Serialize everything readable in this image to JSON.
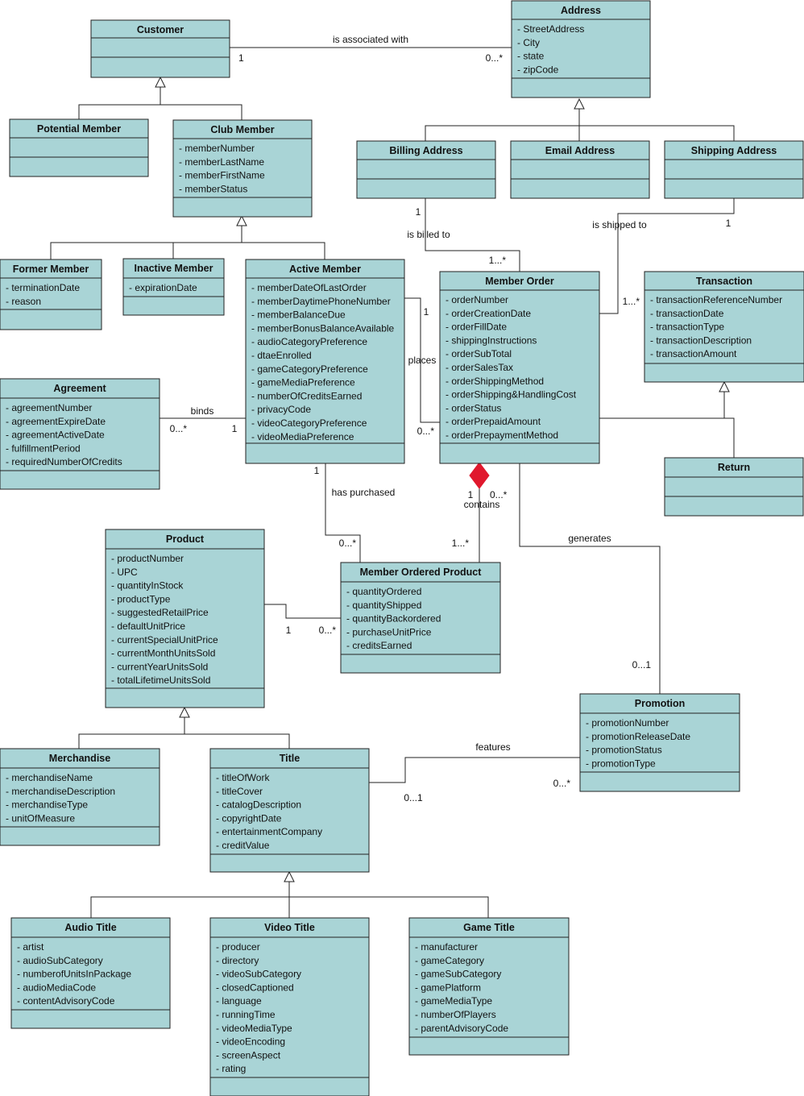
{
  "colors": {
    "class_fill": "#a9d4d6",
    "line": "#222222",
    "composition": "#e0182d"
  },
  "classes": [
    {
      "id": "customer",
      "name": "Customer",
      "attributes": []
    },
    {
      "id": "address",
      "name": "Address",
      "attributes": [
        "- StreetAddress",
        "- City",
        "- state",
        "- zipCode"
      ]
    },
    {
      "id": "potential-member",
      "name": "Potential Member",
      "attributes": []
    },
    {
      "id": "club-member",
      "name": "Club Member",
      "attributes": [
        "- memberNumber",
        "- memberLastName",
        "- memberFirstName",
        "- memberStatus"
      ]
    },
    {
      "id": "billing-address",
      "name": "Billing Address",
      "attributes": []
    },
    {
      "id": "email-address",
      "name": "Email Address",
      "attributes": []
    },
    {
      "id": "shipping-address",
      "name": "Shipping Address",
      "attributes": []
    },
    {
      "id": "former-member",
      "name": "Former Member",
      "attributes": [
        "- terminationDate",
        "- reason"
      ]
    },
    {
      "id": "inactive-member",
      "name": "Inactive Member",
      "attributes": [
        "- expirationDate"
      ]
    },
    {
      "id": "active-member",
      "name": "Active Member",
      "attributes": [
        "- memberDateOfLastOrder",
        "- memberDaytimePhoneNumber",
        "- memberBalanceDue",
        "- memberBonusBalanceAvailable",
        "- audioCategoryPreference",
        "- dtaeEnrolled",
        "- gameCategoryPreference",
        "- gameMediaPreference",
        "- numberOfCreditsEarned",
        "- privacyCode",
        "- videoCategoryPreference",
        "- videoMediaPreference"
      ]
    },
    {
      "id": "member-order",
      "name": "Member Order",
      "attributes": [
        "- orderNumber",
        "- orderCreationDate",
        "- orderFillDate",
        "- shippingInstructions",
        "- orderSubTotal",
        "- orderSalesTax",
        "- orderShippingMethod",
        "- orderShipping&HandlingCost",
        "- orderStatus",
        "- orderPrepaidAmount",
        "- orderPrepaymentMethod"
      ]
    },
    {
      "id": "transaction",
      "name": "Transaction",
      "attributes": [
        "- transactionReferenceNumber",
        "- transactionDate",
        "- transactionType",
        "- transactionDescription",
        "- transactionAmount"
      ]
    },
    {
      "id": "agreement",
      "name": "Agreement",
      "attributes": [
        "- agreementNumber",
        "- agreementExpireDate",
        "- agreementActiveDate",
        "- fulfillmentPeriod",
        "- requiredNumberOfCredits"
      ]
    },
    {
      "id": "return",
      "name": "Return",
      "attributes": []
    },
    {
      "id": "product",
      "name": "Product",
      "attributes": [
        "- productNumber",
        "- UPC",
        "- quantityInStock",
        "- productType",
        "- suggestedRetailPrice",
        "- defaultUnitPrice",
        "- currentSpecialUnitPrice",
        "- currentMonthUnitsSold",
        "- currentYearUnitsSold",
        "- totalLifetimeUnitsSold"
      ]
    },
    {
      "id": "member-ordered-product",
      "name": "Member Ordered Product",
      "attributes": [
        "- quantityOrdered",
        "- quantityShipped",
        "- quantityBackordered",
        "- purchaseUnitPrice",
        "- creditsEarned"
      ]
    },
    {
      "id": "promotion",
      "name": "Promotion",
      "attributes": [
        "- promotionNumber",
        "- promotionReleaseDate",
        "- promotionStatus",
        "- promotionType"
      ]
    },
    {
      "id": "merchandise",
      "name": "Merchandise",
      "attributes": [
        "- merchandiseName",
        "- merchandiseDescription",
        "- merchandiseType",
        "- unitOfMeasure"
      ]
    },
    {
      "id": "title",
      "name": "Title",
      "attributes": [
        "- titleOfWork",
        "- titleCover",
        "- catalogDescription",
        "- copyrightDate",
        "- entertainmentCompany",
        "- creditValue"
      ]
    },
    {
      "id": "audio-title",
      "name": "Audio Title",
      "attributes": [
        "- artist",
        "- audioSubCategory",
        "- numberofUnitsInPackage",
        "- audioMediaCode",
        "- contentAdvisoryCode"
      ]
    },
    {
      "id": "video-title",
      "name": "Video Title",
      "attributes": [
        "- producer",
        "- directory",
        "- videoSubCategory",
        "- closedCaptioned",
        "- language",
        "- runningTime",
        "- videoMediaType",
        "- videoEncoding",
        "- screenAspect",
        "- rating"
      ]
    },
    {
      "id": "game-title",
      "name": "Game Title",
      "attributes": [
        "- manufacturer",
        "- gameCategory",
        "- gameSubCategory",
        "- gamePlatform",
        "- gameMediaType",
        "- numberOfPlayers",
        "- parentAdvisoryCode"
      ]
    }
  ],
  "labels": [
    {
      "id": "customer-address-name",
      "text": "is associated with"
    },
    {
      "id": "customer-mult",
      "text": "1"
    },
    {
      "id": "address-mult",
      "text": "0...*"
    },
    {
      "id": "billed-name",
      "text": "is billed to"
    },
    {
      "id": "billed-billing-mult",
      "text": "1"
    },
    {
      "id": "billed-order-mult",
      "text": "1...*"
    },
    {
      "id": "shipped-name",
      "text": "is shipped to"
    },
    {
      "id": "shipped-shipping-mult",
      "text": "1"
    },
    {
      "id": "shipped-order-mult",
      "text": "1...*"
    },
    {
      "id": "places-name",
      "text": "places"
    },
    {
      "id": "places-member-mult",
      "text": "1"
    },
    {
      "id": "places-order-mult",
      "text": "0...*"
    },
    {
      "id": "binds-name",
      "text": "binds"
    },
    {
      "id": "binds-agreement-mult",
      "text": "0...*"
    },
    {
      "id": "binds-member-mult",
      "text": "1"
    },
    {
      "id": "purchased-name",
      "text": "has purchased"
    },
    {
      "id": "purchased-member-mult",
      "text": "1"
    },
    {
      "id": "purchased-mop-mult",
      "text": "0...*"
    },
    {
      "id": "contains-name",
      "text": "contains"
    },
    {
      "id": "contains-order-mult",
      "text": "1"
    },
    {
      "id": "contains-order-mult2",
      "text": "0...*"
    },
    {
      "id": "contains-mop-mult",
      "text": "1...*"
    },
    {
      "id": "generates-name",
      "text": "generates"
    },
    {
      "id": "generates-promo-mult",
      "text": "0...1"
    },
    {
      "id": "product-mult",
      "text": "1"
    },
    {
      "id": "product-mop-mult",
      "text": "0...*"
    },
    {
      "id": "features-name",
      "text": "features"
    },
    {
      "id": "features-promo-mult",
      "text": "0...*"
    },
    {
      "id": "features-title-mult",
      "text": "0...1"
    }
  ]
}
